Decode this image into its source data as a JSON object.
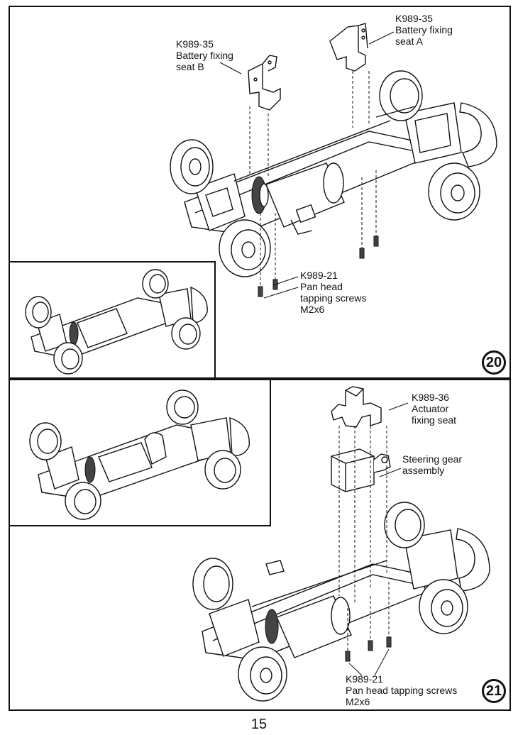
{
  "step20": {
    "number": "20",
    "battery_seat_a": [
      "K989-35",
      "Battery fixing",
      "seat A"
    ],
    "battery_seat_b": [
      "K989-35",
      "Battery fixing",
      "seat B"
    ],
    "screws": [
      "K989-21",
      "Pan head",
      "tapping screws",
      "M2x6"
    ]
  },
  "step21": {
    "number": "21",
    "actuator_seat": [
      "K989-36",
      "Actuator",
      "fixing seat"
    ],
    "steering_gear": [
      "Steering gear",
      "assembly"
    ],
    "screws": [
      "K989-21",
      "Pan head tapping screws",
      "M2x6"
    ]
  },
  "page_number": "15"
}
